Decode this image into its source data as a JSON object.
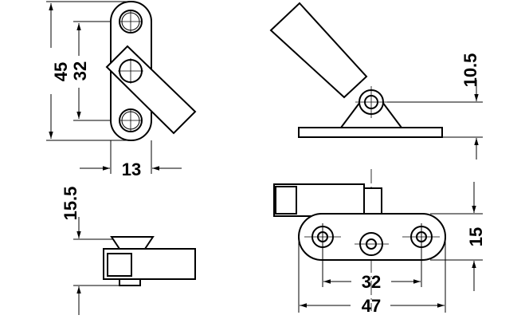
{
  "dimensions": {
    "top_view": {
      "overall_height": "45",
      "hole_spacing": "32",
      "width": "13"
    },
    "side_view": {
      "pivot_height": "10.5"
    },
    "front_view_left": {
      "height": "15.5"
    },
    "front_view_right": {
      "hole_spacing": "32",
      "overall_length": "47",
      "plate_height": "15"
    }
  }
}
